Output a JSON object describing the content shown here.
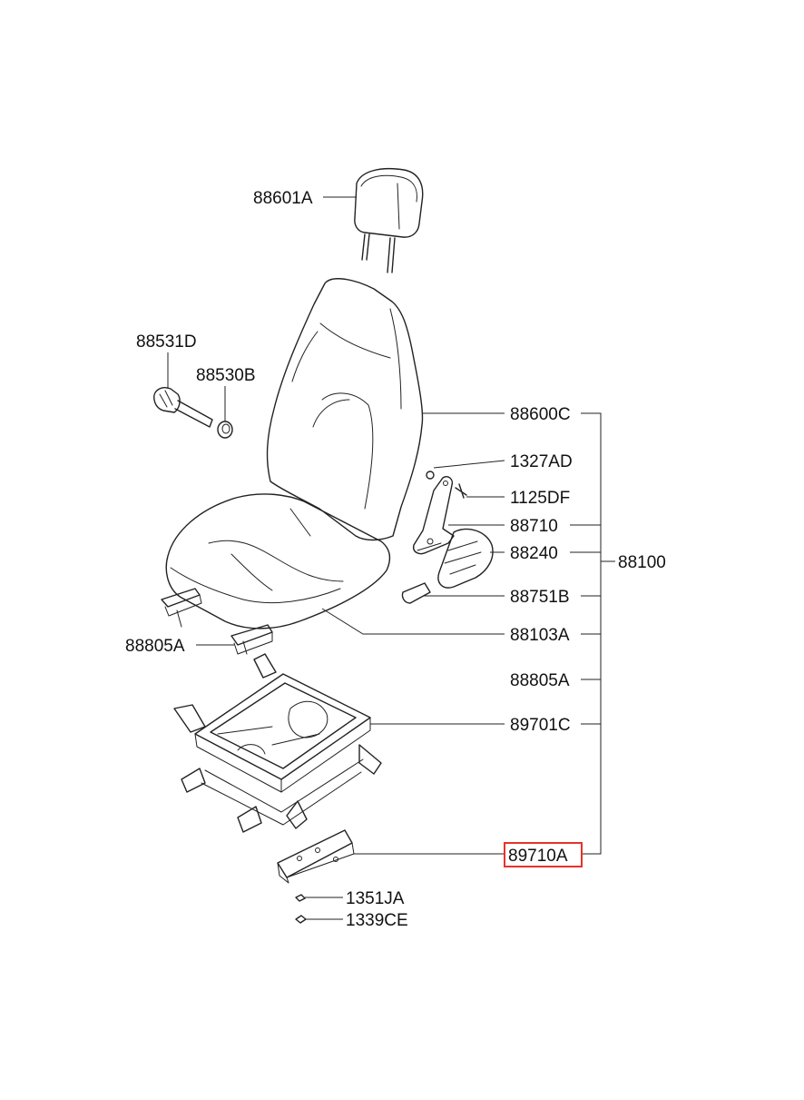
{
  "diagram": {
    "labels": {
      "p88601A": "88601A",
      "p88531D": "88531D",
      "p88530B": "88530B",
      "p88600C": "88600C",
      "p1327AD": "1327AD",
      "p1125DF": "1125DF",
      "p88710": "88710",
      "p88240": "88240",
      "p88100": "88100",
      "p88751B": "88751B",
      "p88103A": "88103A",
      "p88805A_left": "88805A",
      "p88805A_right": "88805A",
      "p89701C": "89701C",
      "p89710A": "89710A",
      "p1351JA": "1351JA",
      "p1339CE": "1339CE"
    },
    "highlighted_part": "89710A",
    "highlight_color": "#e8322b",
    "line_color": "#222222"
  }
}
